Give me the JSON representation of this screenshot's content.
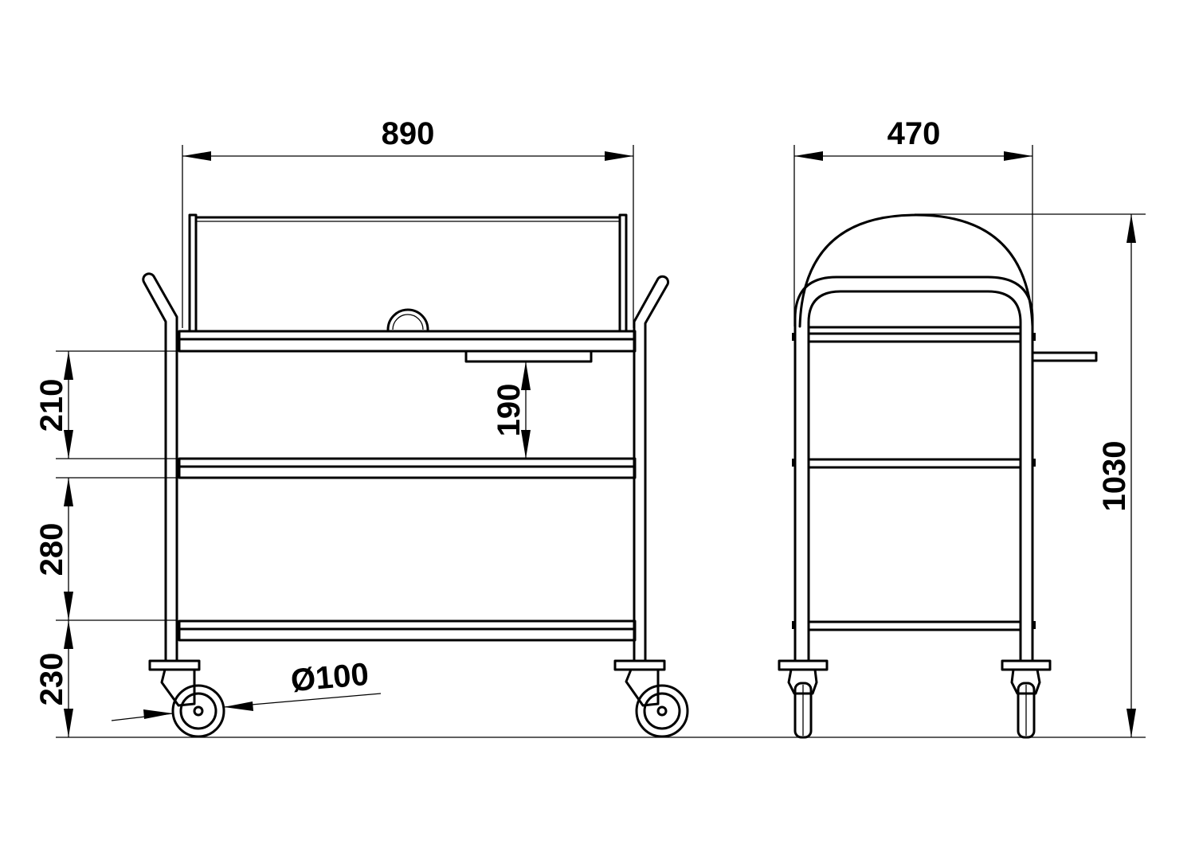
{
  "dimensions": {
    "front_width": "890",
    "side_depth": "470",
    "total_height": "1030",
    "top_shelf_gap": "210",
    "drawer_gap": "190",
    "middle_shelf_gap": "280",
    "bottom_clearance": "230",
    "wheel_diameter": "Ø100"
  }
}
